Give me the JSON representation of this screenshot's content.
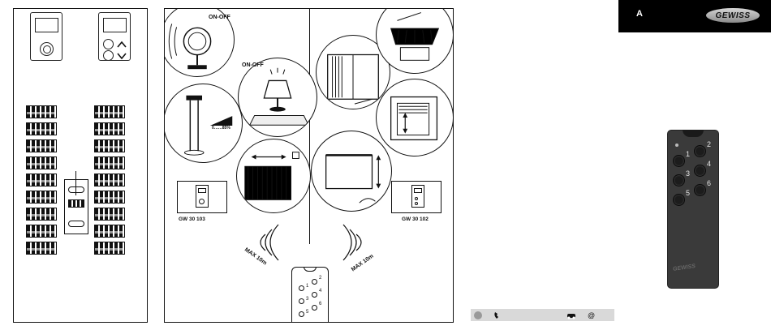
{
  "left_panel": {
    "devices": [
      {
        "id": "thermostat-knob"
      },
      {
        "id": "thermostat-buttons"
      }
    ]
  },
  "center_panel": {
    "labels": {
      "fan_on_off": "ON-OFF",
      "lamp_on_off": "ON-OFF",
      "dimmer_range": "0……85%"
    },
    "callouts": [
      {
        "code": "GW 30 103"
      },
      {
        "code": "GW 30 102"
      }
    ],
    "range": {
      "left": "MAX 10m",
      "right": "MAX 10m"
    },
    "mini_remote_buttons": [
      "1",
      "2",
      "3",
      "4",
      "5",
      "6"
    ]
  },
  "right_text_panel": {
    "contact_icons": [
      "phone-icon",
      "car-icon",
      "at-icon"
    ],
    "contact_at": "@"
  },
  "cover": {
    "section_letter": "A",
    "brand": "GEWISS",
    "remote_buttons": [
      "1",
      "2",
      "3",
      "4",
      "5",
      "6"
    ],
    "remote_logo": "GEWISS"
  },
  "colors": {
    "brand_strip": "#000000",
    "remote_body": "#3a3a3a",
    "contact_bar": "#d9d9d9"
  }
}
